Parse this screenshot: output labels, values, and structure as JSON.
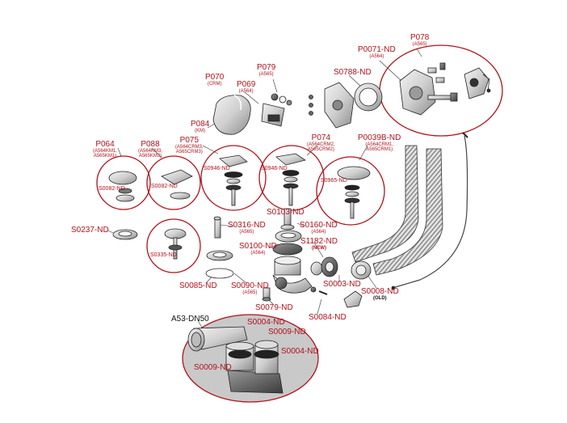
{
  "labels": {
    "p078": {
      "code": "P078",
      "sub": "(A565)"
    },
    "p0071": {
      "code": "P0071-ND",
      "sub": "(A564)"
    },
    "s0788": {
      "code": "S0788-ND"
    },
    "p079": {
      "code": "P079",
      "sub": "(A565)"
    },
    "p070": {
      "code": "P070",
      "sub": "(CRM)"
    },
    "p069": {
      "code": "P069",
      "sub": "(A564)"
    },
    "p084": {
      "code": "P084",
      "sub": "(KM)"
    },
    "p064": {
      "code": "P064",
      "sub1": "(A564KM1,",
      "sub2": "A565KM1)"
    },
    "p088": {
      "code": "P088",
      "sub1": "(A564KM3,",
      "sub2": "A565KM3)"
    },
    "p075": {
      "code": "P075",
      "sub1": "(A564CRM3,",
      "sub2": "A565CRM3)"
    },
    "p074": {
      "code": "P074",
      "sub1": "(A564CRM2,",
      "sub2": "A565CRM2)"
    },
    "p0039b": {
      "code": "P0039B-ND",
      "sub1": "(A564CRM1,",
      "sub2": "A565CRM1)"
    },
    "s0082a": {
      "code": "S0082-ND"
    },
    "s0082b": {
      "code": "S0082-ND"
    },
    "s0946a": {
      "code": "S0946-ND"
    },
    "s0946b": {
      "code": "S0946-ND"
    },
    "s0965": {
      "code": "S0965-ND"
    },
    "s0103": {
      "code": "S0103-ND"
    },
    "s0160": {
      "code": "S0160-ND",
      "sub": "(A564)"
    },
    "s0237": {
      "code": "S0237-ND"
    },
    "s0316": {
      "code": "S0316-ND",
      "sub": "(A565)"
    },
    "s0335": {
      "code": "S0335-ND"
    },
    "s0100": {
      "code": "S0100-ND",
      "sub": "(A564)"
    },
    "s1182": {
      "code": "S1182-ND",
      "note": "(NEW)"
    },
    "s0085": {
      "code": "S0085-ND"
    },
    "s0090": {
      "code": "S0090-ND",
      "sub": "(A565)"
    },
    "s0003": {
      "code": "S0003-ND"
    },
    "s0008": {
      "code": "S0008-ND",
      "note": "(OLD)"
    },
    "s0079": {
      "code": "S0079-ND"
    },
    "s0084": {
      "code": "S0084-ND"
    },
    "a53": {
      "code": "A53-DN50"
    },
    "s0004a": {
      "code": "S0004-ND"
    },
    "s0009a": {
      "code": "S0009-ND"
    },
    "s0004b": {
      "code": "S0004-ND"
    },
    "s0009b": {
      "code": "S0009-ND"
    }
  },
  "colors": {
    "accent": "#b0121b",
    "line": "#222222",
    "part": "#d9d9d9",
    "highlight": "#c9c9c9"
  }
}
